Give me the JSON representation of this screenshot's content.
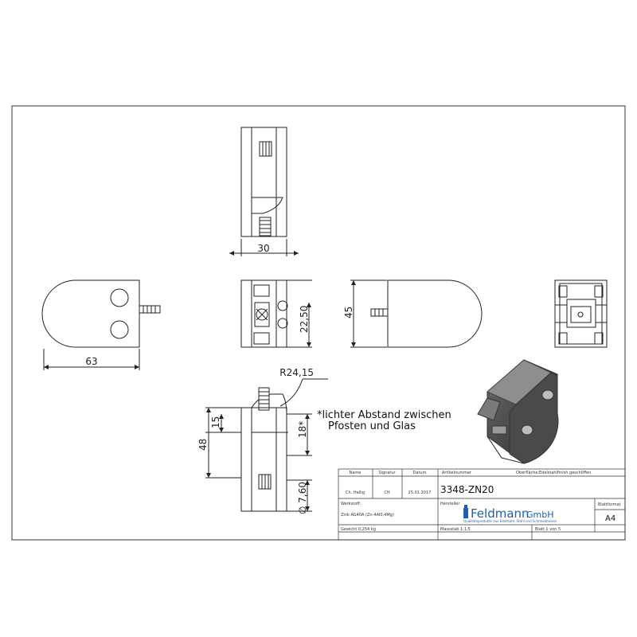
{
  "dimensions": {
    "top_width": "30",
    "front_length": "63",
    "side_height": "22,50",
    "back_height": "45",
    "radius": "R24,15",
    "overall_height": "48",
    "inner_15": "15",
    "gap_18": "18*",
    "bore": "∅ 7,60"
  },
  "note": {
    "line1": "*lichter Abstand zwischen",
    "line2": "Pfosten und Glas"
  },
  "title_block": {
    "name_header": "Name",
    "signature_header": "Signatur",
    "date_header": "Datum",
    "article_header": "Artikelnummer",
    "surface_header": "Oberfläche:",
    "surface_value": "Edelstahlfinish geschliffen",
    "name_value": "Ch. Hallig",
    "signature_value": "CH",
    "date_value": "25.01.2017",
    "article_number": "3348-ZN20",
    "material_header": "Werkstoff:",
    "material_value": "Zink AG40A (Zn-4Al0,4Mg)",
    "manufacturer_header": "Hersteller",
    "manufacturer_name": "Feldmann",
    "manufacturer_suffix": "GmbH",
    "manufacturer_tagline": "Qualitätsprodukte aus Edelstahl, Stahl und Schmiedeeisen",
    "format_header": "Blattformat",
    "format_value": "A4",
    "weight": "Gewicht 0,254 kg",
    "scale": "Massstab 1:1,5",
    "sheet": "Blatt 1 von 5"
  }
}
